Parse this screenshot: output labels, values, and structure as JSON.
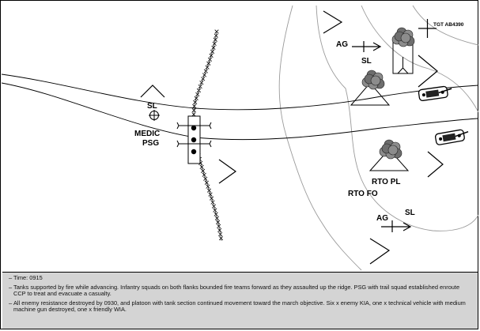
{
  "labels": {
    "ag_top": "AG",
    "sl_top": "SL",
    "tgt": "TGT AB4390",
    "sl_left": "SL",
    "medic": "MEDIC",
    "psg": "PSG",
    "rto_pl": "RTO PL",
    "rto_fo": "RTO FO",
    "ag_bottom": "AG",
    "sl_bottom": "SL"
  },
  "notes": [
    "Time:  0915",
    "Tanks supported by fire while advancing.  Infantry squads on both flanks bounded fire teams forward as they assaulted up the ridge. PSG with trail squad established enroute CCP to treat and evacuate a casualty.",
    "All enemy resistance destroyed by 0930, and platoon with tank section continued movement toward the march objective. Six x enemy KIA, one x technical vehicle with medium machine gun destroyed, one x friendly WIA."
  ],
  "colors": {
    "legend_bg": "#d4d4d4",
    "line": "#000000",
    "contour": "#9a9a9a"
  }
}
